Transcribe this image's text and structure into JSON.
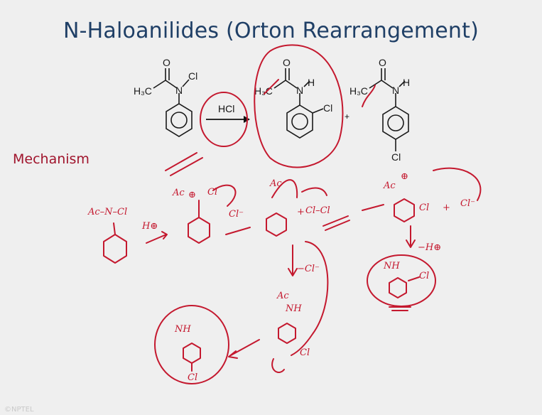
{
  "slide": {
    "title": "N-Haloanilides (Orton Rearrangement)",
    "side_label": "Mechanism",
    "watermark": "©NPTEL"
  },
  "reaction": {
    "reactant": {
      "methyl": "H₃C",
      "O": "O",
      "N": "N",
      "Cl": "Cl"
    },
    "reagent": "HCl",
    "product_ortho": {
      "methyl": "H₃C",
      "O": "O",
      "N": "N",
      "H": "H",
      "Cl": "Cl"
    },
    "plus": "+",
    "product_para": {
      "methyl": "H₃C",
      "O": "O",
      "N": "N",
      "H": "H",
      "Cl": "Cl"
    }
  },
  "annotations": {
    "ac_n_cl": "Ac–N–Cl",
    "h_plus": "H⊕",
    "ac": "Ac",
    "cl": "Cl",
    "cl_minus": "Cl⁻",
    "cl_cl": "Cl–Cl",
    "plus": "+",
    "minus_h_plus": "−H⊕",
    "minus_cl": "−Cl⁻",
    "nh": "NH",
    "plus_charge": "⊕"
  },
  "colors": {
    "background": "#efefef",
    "title": "#1f3f66",
    "label": "#a0142c",
    "ink": "#c4182e",
    "structure": "#1a1a1a"
  }
}
